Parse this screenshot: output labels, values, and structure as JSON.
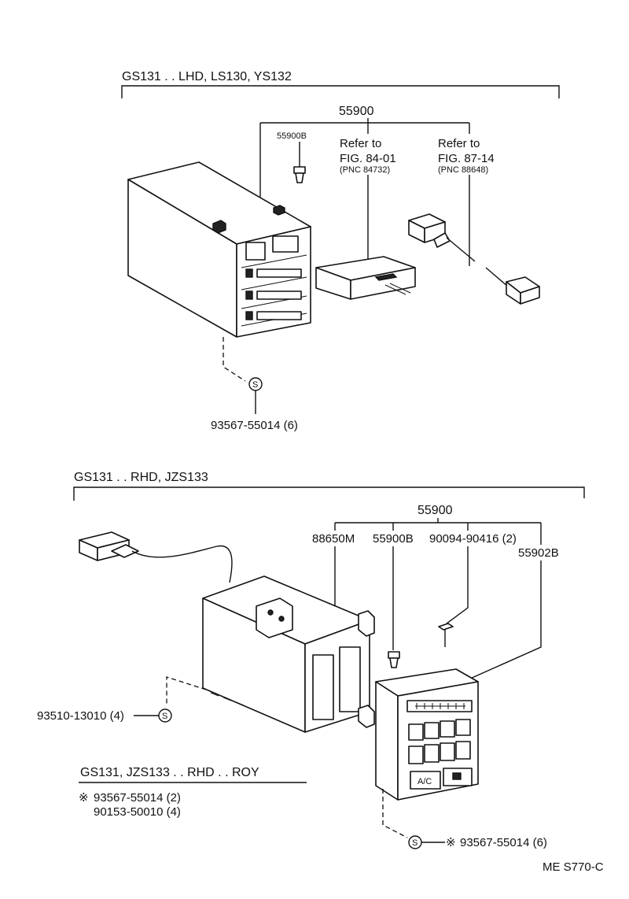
{
  "sections": {
    "top": {
      "title": "GS131 . . LHD, LS130, YS132",
      "assembly": "55900",
      "clip": "55900B",
      "ref1": {
        "line1": "Refer to",
        "line2": "FIG. 84-01",
        "line3": "(PNC 84732)"
      },
      "ref2": {
        "line1": "Refer to",
        "line2": "FIG. 87-14",
        "line3": "(PNC 88648)"
      },
      "screw": "93567-55014 (6)",
      "screw_symbol": "S"
    },
    "bottom": {
      "title": "GS131 . . RHD, JZS133",
      "assembly": "55900",
      "part_a": "88650M",
      "part_b": "55900B",
      "part_c": "90094-90416 (2)",
      "part_d": "55902B",
      "screw_left": "93510-13010 (4)",
      "screw_right": "93567-55014 (6)",
      "star": "※",
      "screw_symbol": "S",
      "panel_ac_label": "A/C"
    },
    "note": {
      "title": "GS131, JZS133 . . RHD . . ROY",
      "line1": "93567-55014 (2)",
      "line2": "90153-50010 (4)",
      "star": "※"
    }
  },
  "footer_code": "ME  S770-C"
}
